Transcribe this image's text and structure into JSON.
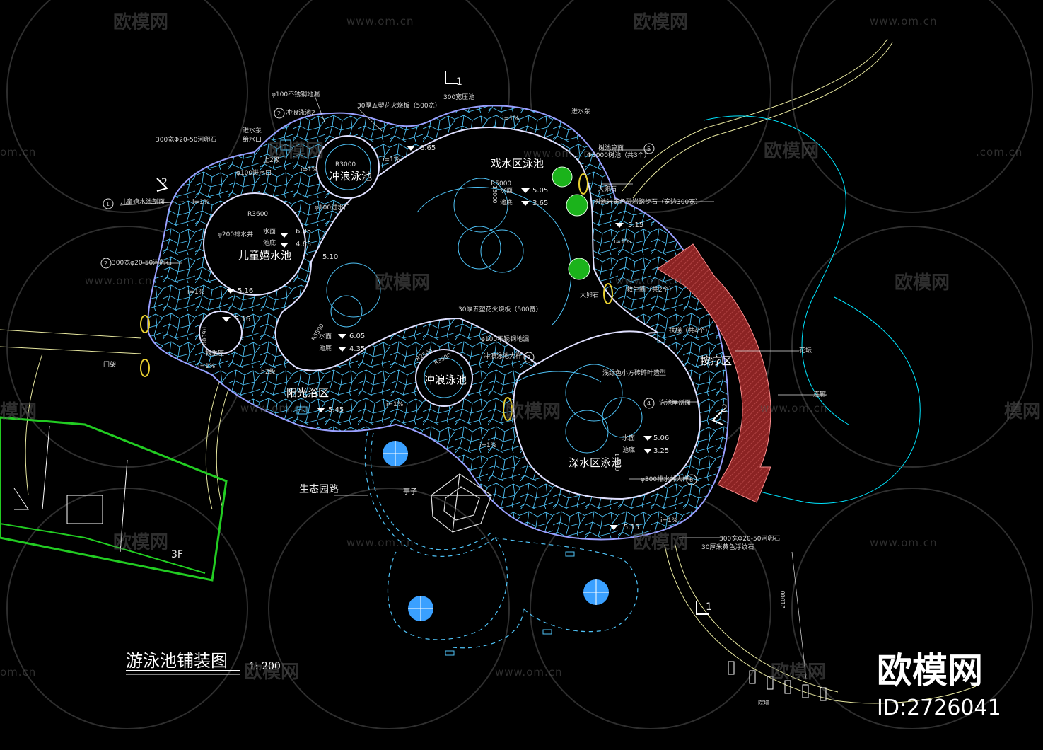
{
  "drawing": {
    "title": "游泳池铺装图",
    "scale": "1: 200",
    "brand": "欧模网",
    "brand_id": "ID:2726041",
    "watermark_text": "欧模网",
    "watermark_url": "www.om.cn",
    "watermark_url_short": ".com.cn",
    "watermark_om": "om.cn",
    "watermark_mo": "模网"
  },
  "zones": {
    "play_pool": "戏水区泳池",
    "wave_pool_top": "冲浪泳池",
    "wave_pool_mid": "冲浪泳池",
    "kids_pool": "儿童嬉水池",
    "deep_pool": "深水区泳池",
    "sunbath": "阳光浴区",
    "massage": "按疗区",
    "eco_path": "生态园路",
    "pavilion": "亭子",
    "building_floor": "3F"
  },
  "annotations": {
    "stainless_tube": "φ100不锈钢地漏",
    "wave_section2": "冲浪泳池2",
    "wood_tile_top": "30厚五塑花火烧板（500宽）",
    "edge_300": "300宽压池",
    "inlet_pump": "进水泵",
    "slope_label": "i=1%",
    "pebble_300": "300宽Φ20-50河卵石",
    "inlet_valve": "进水泵",
    "fill_port": "给水口",
    "inlet_100": "φ100进水口",
    "inlet_100b": "φ100进水口",
    "kids_section": "儿童嬉水池剖面",
    "drain_200": "φ200排水井",
    "pebble_2": "300宽φ20-50河卵石",
    "wave_dim": "R3000",
    "play_dim": "R5000",
    "kids_dim": "R3600",
    "water_surface": "水面",
    "pool_bottom": "池底",
    "v_505": "5.05",
    "v_365": "3.65",
    "v_605": "6.05",
    "v_465": "4.65",
    "v_510": "5.10",
    "v_516": "5.16",
    "v_515": "5.15",
    "v_605b": "6.05",
    "v_435": "4.35",
    "v_506": "5.06",
    "v_325": "3.25",
    "v_545": "5.45",
    "v_515b": "5.15",
    "v_516b": "5.16",
    "v_565": "6.65",
    "tree_grate": "树池箅面",
    "tree_3000": "Φ3000树池（共3个）",
    "tree_edge": "树池米黄色砂岩踏步石（宽边300宽）",
    "big_rock": "大卵石",
    "big_rock2": "大卵石",
    "lifeguard": "救生圈（共2个）",
    "railing": "扶梯（共4个）",
    "flower_bed": "花坛",
    "corridor": "连廊",
    "wood_tile_mid": "30厚五塑花火烧板（500宽）",
    "stainless_mid": "φ100不锈钢地漏",
    "wave_section3": "冲浪泳池大样",
    "mosaic": "浅绿色小方砖碎叶造型",
    "deep_section": "泳池岸剖面",
    "drain_300": "φ300排水井大样",
    "life_seat": "救生座",
    "door_frame": "门架",
    "stairs": "上2级",
    "stairs2": "上2级",
    "pebble_bottom": "300宽Φ20-50河卵石",
    "concrete_bottom": "30厚米黄色浮纹石",
    "dim_15000": "15000",
    "dim_3500": "R3500",
    "dim_6000": "R6000",
    "dim_11000": "11000",
    "dim_5500": "R5500",
    "dim_2500": "R2500",
    "dim_21000": "21000",
    "wall_label": "院墙",
    "sec_1": "1",
    "sec_2": "2",
    "sec_3": "3",
    "sec_4": "4",
    "sec_5": "5",
    "sec_6": "6"
  },
  "colors": {
    "pool_edge": "#9aa0ff",
    "paving": "#4fc3f7",
    "tree_green": "#1bb31b",
    "flower_bed": "#8b2323",
    "building": "#22cc22",
    "ornament_yellow": "#e8d030",
    "bright_blue": "#3aa0ff"
  }
}
